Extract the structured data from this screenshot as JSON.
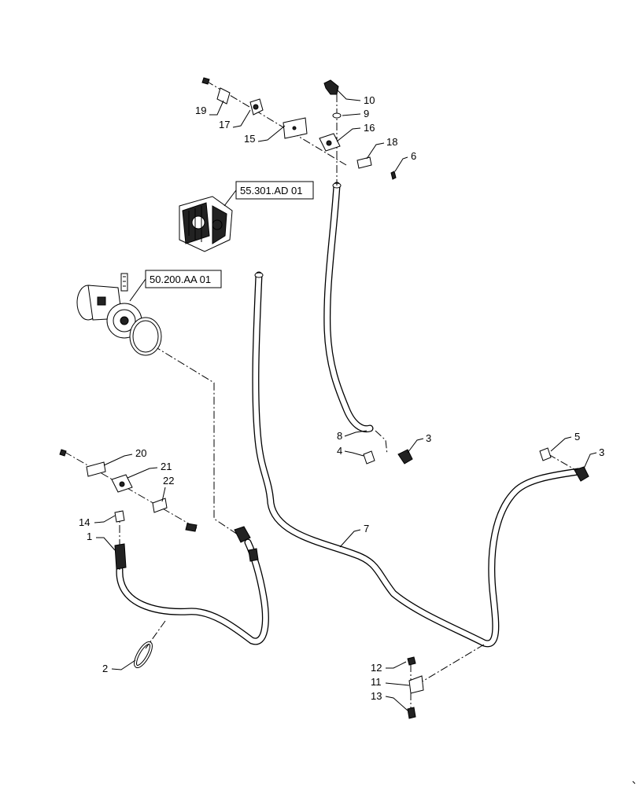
{
  "references": {
    "alternator": "55.301.AD 01",
    "compressor": "50.200.AA 01"
  },
  "callouts": {
    "c1": "1",
    "c2": "2",
    "c3a": "3",
    "c3b": "3",
    "c4": "4",
    "c5": "5",
    "c6": "6",
    "c7": "7",
    "c8": "8",
    "c9": "9",
    "c10": "10",
    "c11": "11",
    "c12": "12",
    "c13": "13",
    "c14": "14",
    "c15": "15",
    "c16": "16",
    "c17": "17",
    "c18": "18",
    "c19": "19",
    "c20": "20",
    "c21": "21",
    "c22": "22"
  }
}
